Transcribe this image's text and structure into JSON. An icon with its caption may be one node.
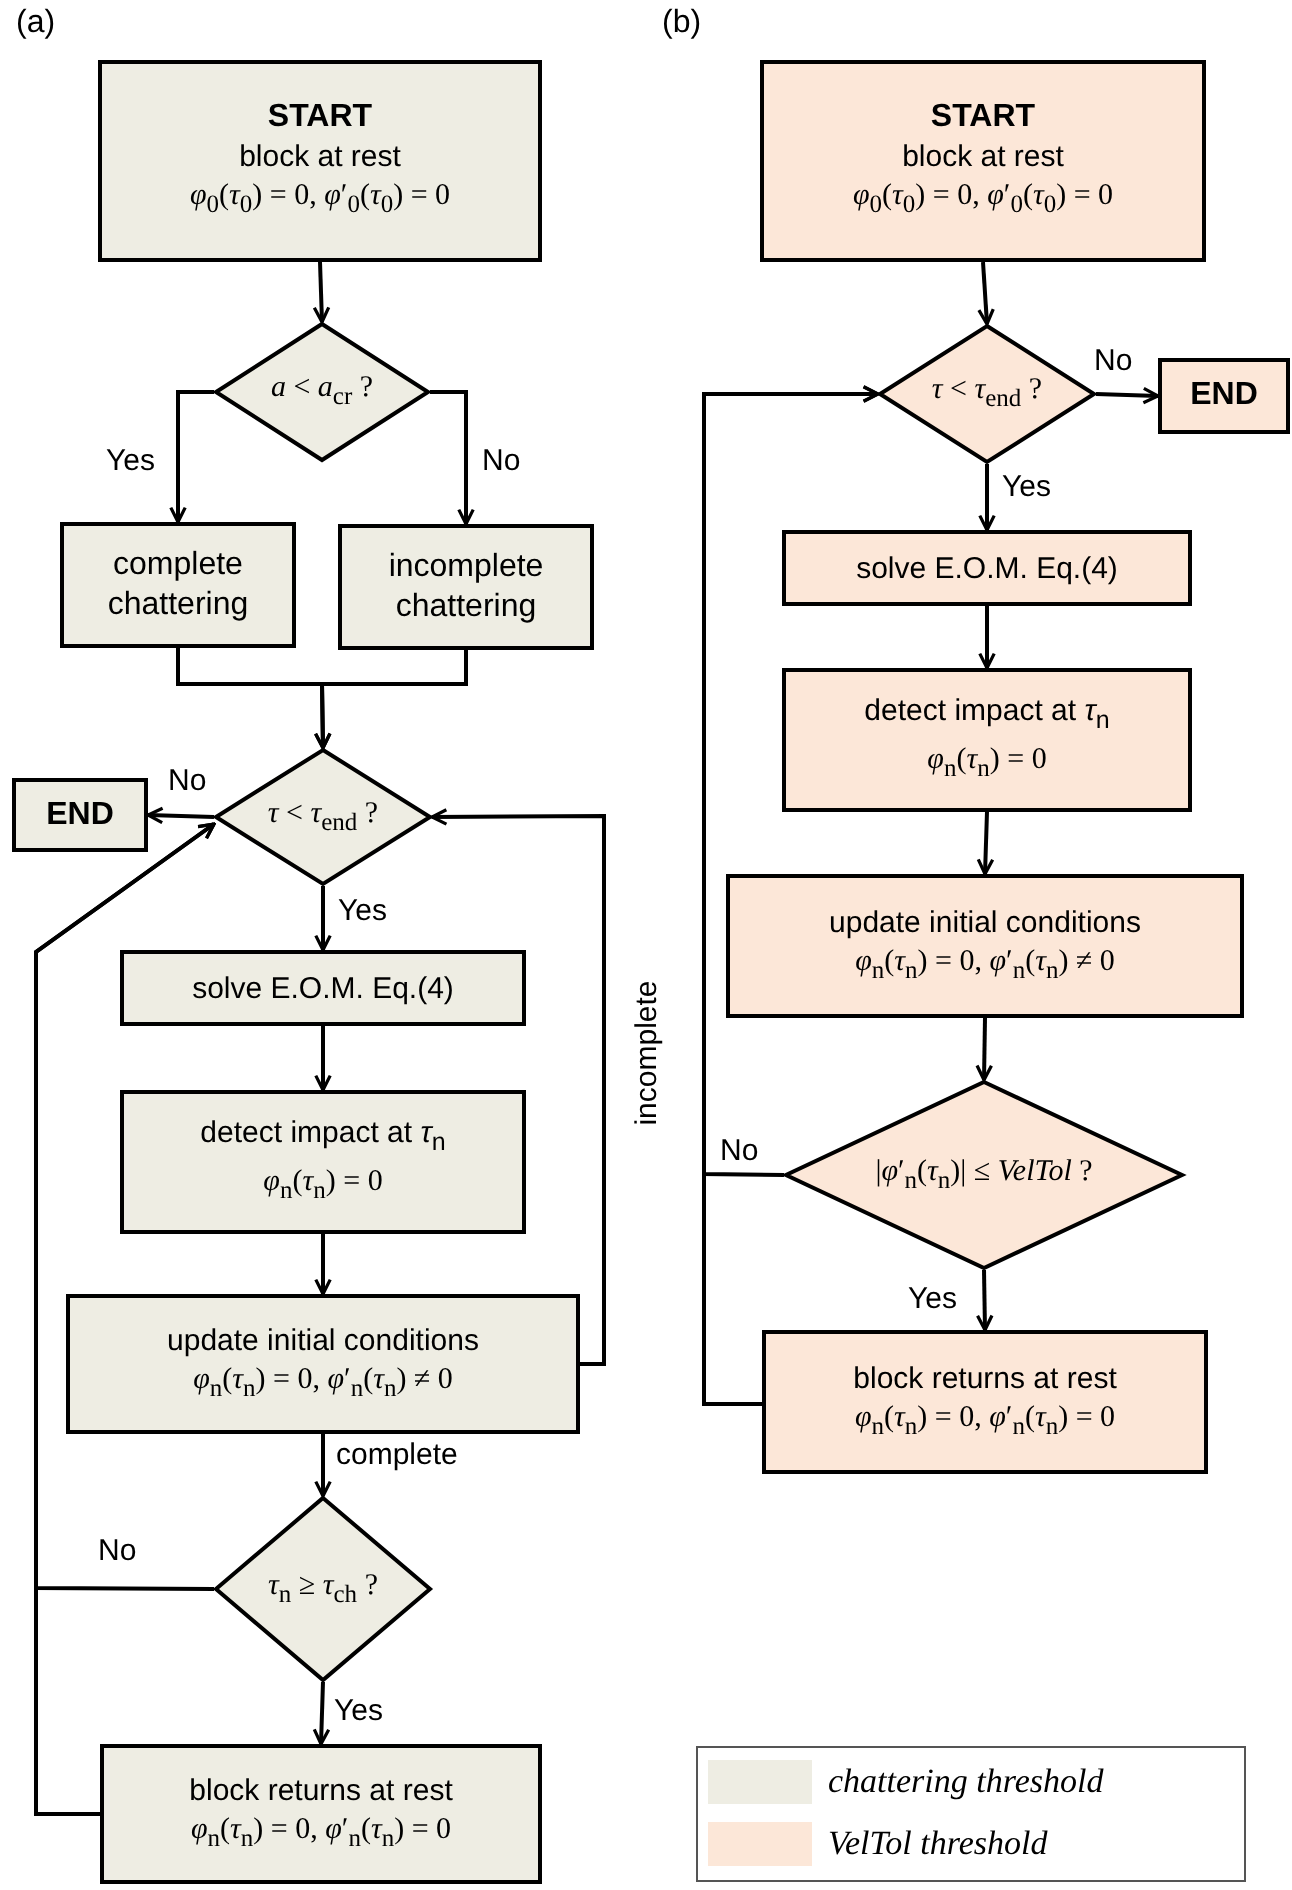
{
  "diagram": {
    "nodes": [
      {
        "text": [
          "START",
          "block at rest",
          "*φ*$_{0}$(*τ*$_{0}$) = 0, *φ*′$_{0}$(*τ*$_{0}$) = 0"
        ]
      },
      {
        "text": [
          "*a* < *a*$_{cr}$ ?"
        ]
      },
      {
        "text": [
          "complete chattering"
        ]
      },
      {
        "text": [
          "incomplete chattering"
        ]
      },
      {
        "text": [
          "END"
        ]
      },
      {
        "text": [
          "*τ* < *τ*$_{end}$ ?"
        ]
      },
      {
        "text": [
          "solve E.O.M. Eq.(4)"
        ]
      },
      {
        "text": [
          "detect impact at *τ*$_{n}$",
          "*φ*$_{n}$(*τ*$_{n}$) = 0"
        ]
      },
      {
        "text": [
          "update initial conditions",
          "*φ*$_{n}$(*τ*$_{n}$) = 0, *φ*′$_{n}$(*τ*$_{n}$) ≠ 0"
        ]
      },
      {
        "text": [
          "*τ*$_{n}$ ≥ *τ*$_{ch}$ ?"
        ]
      },
      {
        "text": [
          "block returns at rest",
          "*φ*$_{n}$(*τ*$_{n}$) = 0, *φ*′$_{n}$(*τ*$_{n}$) = 0"
        ]
      },
      {
        "text": [
          "START",
          "block at rest",
          "*φ*$_{0}$(*τ*$_{0}$) = 0, *φ*′$_{0}$(*τ*$_{0}$) = 0"
        ]
      },
      {
        "text": [
          "*τ* < *τ*$_{end}$ ?"
        ]
      },
      {
        "text": [
          "END"
        ]
      },
      {
        "text": [
          "solve E.O.M. Eq.(4)"
        ]
      },
      {
        "text": [
          "detect impact at *τ*$_{n}$",
          "*φ*$_{n}$(*τ*$_{n}$) = 0"
        ]
      },
      {
        "text": [
          "update initial conditions",
          "*φ*$_{n}$(*τ*$_{n}$) = 0, *φ*′$_{n}$(*τ*$_{n}$) ≠ 0"
        ]
      },
      {
        "text": [
          "|*φ*′$_{n}$(*τ*$_{n}$)| ≤ *VelTol* ?"
        ]
      },
      {
        "text": [
          "block returns at rest",
          "*φ*$_{n}$(*τ*$_{n}$) = 0, *φ*′$_{n}$(*τ*$_{n}$) = 0"
        ]
      }
    ],
    "edges": [
      {
        "from": 0,
        "to": 1,
        "arrow": "to"
      },
      {
        "from": 1,
        "to": 2,
        "arrow": "to",
        "label": "Yes"
      },
      {
        "from": 1,
        "to": 3,
        "arrow": "to",
        "label": "No"
      },
      {
        "from": 2,
        "to": 5,
        "arrow": "to"
      },
      {
        "from": 3,
        "to": 5,
        "arrow": "to"
      },
      {
        "from": 5,
        "to": 4,
        "arrow": "to",
        "label": "No"
      },
      {
        "from": 5,
        "to": 6,
        "arrow": "to",
        "label": "Yes"
      },
      {
        "from": 6,
        "to": 7,
        "arrow": "to"
      },
      {
        "from": 7,
        "to": 8,
        "arrow": "to"
      },
      {
        "from": 8,
        "to": 5,
        "arrow": "to",
        "label": "incomplete"
      },
      {
        "from": 8,
        "to": 9,
        "arrow": "to",
        "label": "complete"
      },
      {
        "from": 9,
        "to": 5,
        "arrow": "to",
        "label": "No"
      },
      {
        "from": 9,
        "to": 10,
        "arrow": "to",
        "label": "Yes"
      },
      {
        "from": 10,
        "to": 5,
        "arrow": "to"
      },
      {
        "from": 11,
        "to": 12,
        "arrow": "to"
      },
      {
        "from": 12,
        "to": 13,
        "arrow": "to",
        "label": "No"
      },
      {
        "from": 12,
        "to": 14,
        "arrow": "to",
        "label": "Yes"
      },
      {
        "from": 14,
        "to": 15,
        "arrow": "to"
      },
      {
        "from": 15,
        "to": 16,
        "arrow": "to"
      },
      {
        "from": 16,
        "to": 17,
        "arrow": "to"
      },
      {
        "from": 17,
        "to": 12,
        "arrow": "to",
        "label": "No"
      },
      {
        "from": 17,
        "to": 18,
        "arrow": "to",
        "label": "Yes"
      },
      {
        "from": 18,
        "to": 12,
        "arrow": "to"
      }
    ],
    "labels": [
      "(a)",
      "(b)"
    ],
    "legend": [
      {
        "text": "chattering threshold",
        "color": "#eeede3"
      },
      {
        "text": "VelTol threshold",
        "color": "#fce7d8"
      }
    ]
  }
}
